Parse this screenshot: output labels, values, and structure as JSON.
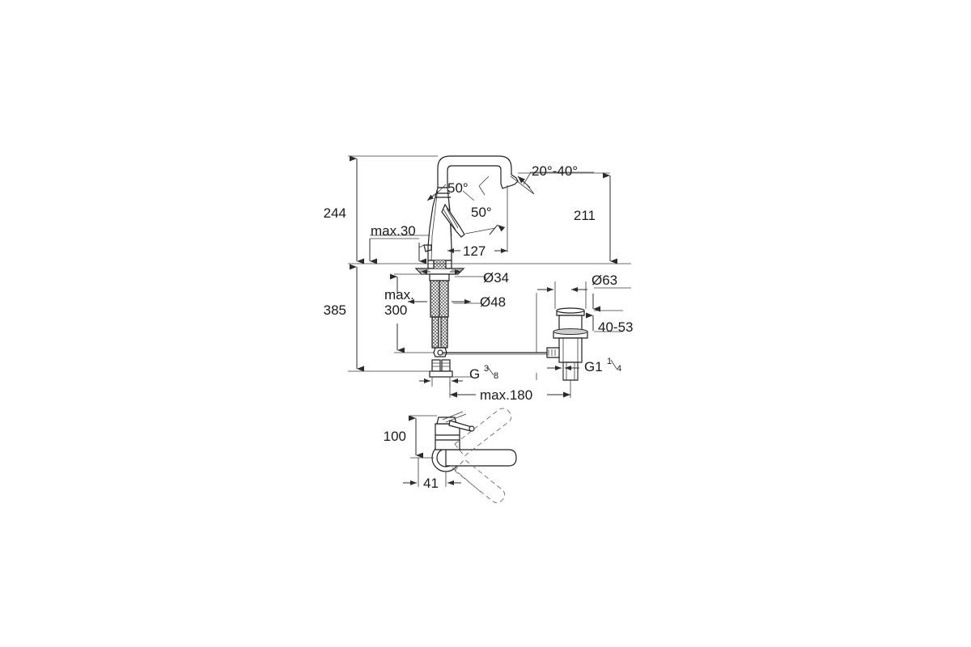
{
  "document": {
    "type": "technical-dimension-drawing",
    "subject": "Single-lever basin mixer faucet with pop-up waste",
    "background_color": "#ffffff",
    "line_color": "#2b2b2b",
    "text_color": "#1a1a1a"
  },
  "dimensions": {
    "total_height_above_surface": "244",
    "spout_height": "211",
    "counter_thickness_max": "max.30",
    "overall_height": "385",
    "shank_max_length": {
      "line1": "max.",
      "line2": "300"
    },
    "spout_reach": "127",
    "escutcheon_diameter": "Ø34",
    "base_diameter": "Ø48",
    "drain_flange_diameter": "Ø63",
    "drain_range": "40-53",
    "supply_thread": {
      "prefix": "G",
      "numerator": "3",
      "denominator": "8"
    },
    "drain_thread": {
      "prefix": "G1",
      "numerator": "1",
      "denominator": "4"
    },
    "supply_hose_length": "max.180",
    "handle_height": "100",
    "handle_offset": "41"
  },
  "angles": {
    "swivel_range": "20°-40°",
    "lever_angle_upper": "50°",
    "lever_angle_lower": "50°"
  },
  "views": {
    "front_elevation": "front-elevation-view",
    "drain_assembly": "drain-assembly-view",
    "top_plan": "top-plan-handle-view"
  }
}
